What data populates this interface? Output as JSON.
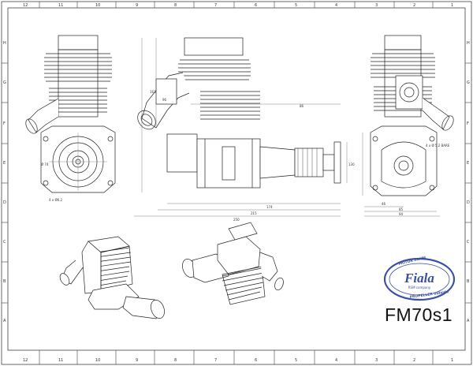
{
  "sheet": {
    "model_name": "FM70s1",
    "column_labels": [
      "12",
      "11",
      "10",
      "9",
      "8",
      "7",
      "6",
      "5",
      "4",
      "3",
      "2",
      "1"
    ],
    "row_labels": [
      "H",
      "G",
      "F",
      "E",
      "D",
      "C",
      "B",
      "A"
    ]
  },
  "views": {
    "front": {
      "dimensions": [
        "Ø 74",
        "4 x Ø6.2"
      ]
    },
    "side": {
      "dimensions": [
        "163",
        "96",
        "174",
        "215",
        "250",
        "86",
        "130"
      ]
    },
    "rear": {
      "dimensions": [
        "4 x Ø 5.2 BARE",
        "46",
        "85",
        "94"
      ]
    }
  },
  "logo": {
    "brand": "Fiala",
    "ring_top": "MOTOR inside",
    "ring_bottom": "PROPELLER outside",
    "tagline": "RSM company",
    "accent_color": "#3b4fa0"
  },
  "colors": {
    "line": "#222222",
    "frame": "#444444",
    "dim_line": "#666666"
  }
}
